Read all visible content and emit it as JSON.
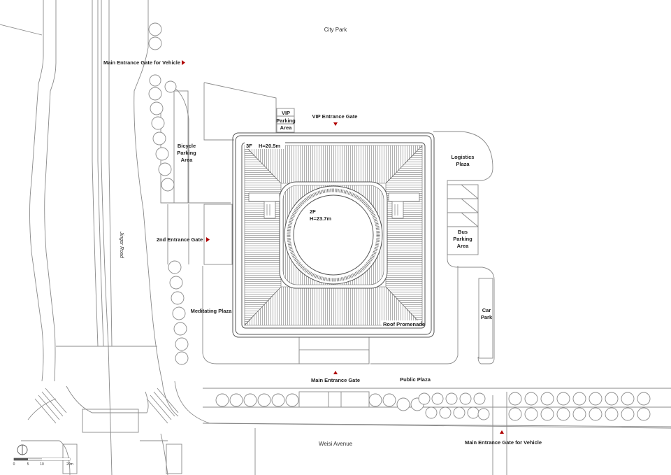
{
  "labels": {
    "city_park": "City Park",
    "main_gate_vehicle_top": "Main Entrance Gate for Vehicle",
    "vip_1": "VIP",
    "vip_2": "Parking",
    "vip_3": "Area",
    "vip_gate": "VIP Entrance Gate",
    "bicycle_1": "Bicycle",
    "bicycle_2": "Parking",
    "bicycle_3": "Area",
    "logistics_1": "Logistics",
    "logistics_2": "Plaza",
    "floor3": "3F",
    "h3": "H=20.5m",
    "floor2": "2F",
    "h2": "H=23.7m",
    "second_gate": "2nd Entrance Gate",
    "bus_1": "Bus",
    "bus_2": "Parking",
    "bus_3": "Area",
    "jinger_road": "Jinger Road",
    "car_1": "Car",
    "car_2": "Park",
    "meditating": "Meditating Plaza",
    "roof_promenade": "Roof Promenade",
    "main_gate": "Main Entrance Gate",
    "public_plaza": "Public Plaza",
    "weisi_avenue": "Weisi Avenue",
    "main_gate_vehicle_bottom": "Main Entrance Gate for Vehicle"
  },
  "scale_bar": {
    "ticks": [
      "0",
      "5",
      "10",
      "20m"
    ]
  },
  "icons": {
    "north": "north-arrow-icon",
    "gate_marker": "gate-triangle-icon"
  },
  "colors": {
    "line": "#8a8a8a",
    "gate_marker": "#b00000",
    "text": "#222222"
  }
}
